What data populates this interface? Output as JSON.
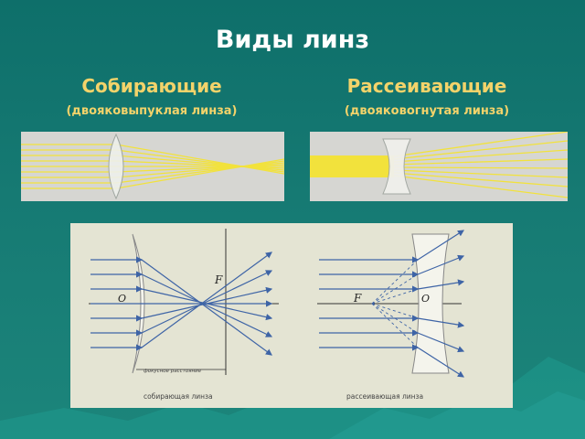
{
  "slide": {
    "title": "Виды линз"
  },
  "converging": {
    "heading": "Собирающие",
    "subheading": "(двояковыпуклая линза)",
    "diagram": {
      "focus_label": "F",
      "center_label": "O",
      "focal_length_label": "фокусное расстояние",
      "caption": "собирающая линза"
    }
  },
  "diverging": {
    "heading": "Рассеивающие",
    "subheading": "(двояковогнутая линза)",
    "diagram": {
      "focus_label": "F",
      "center_label": "O",
      "caption": "рассеивающая линза"
    }
  },
  "colors": {
    "background": "#137670",
    "title_text": "#ffffff",
    "heading_text": "#f3d36a",
    "light_rays": "#f2e23c",
    "diagram_rays": "#3e64a6",
    "diagram_panel": "#e4e4d3"
  }
}
